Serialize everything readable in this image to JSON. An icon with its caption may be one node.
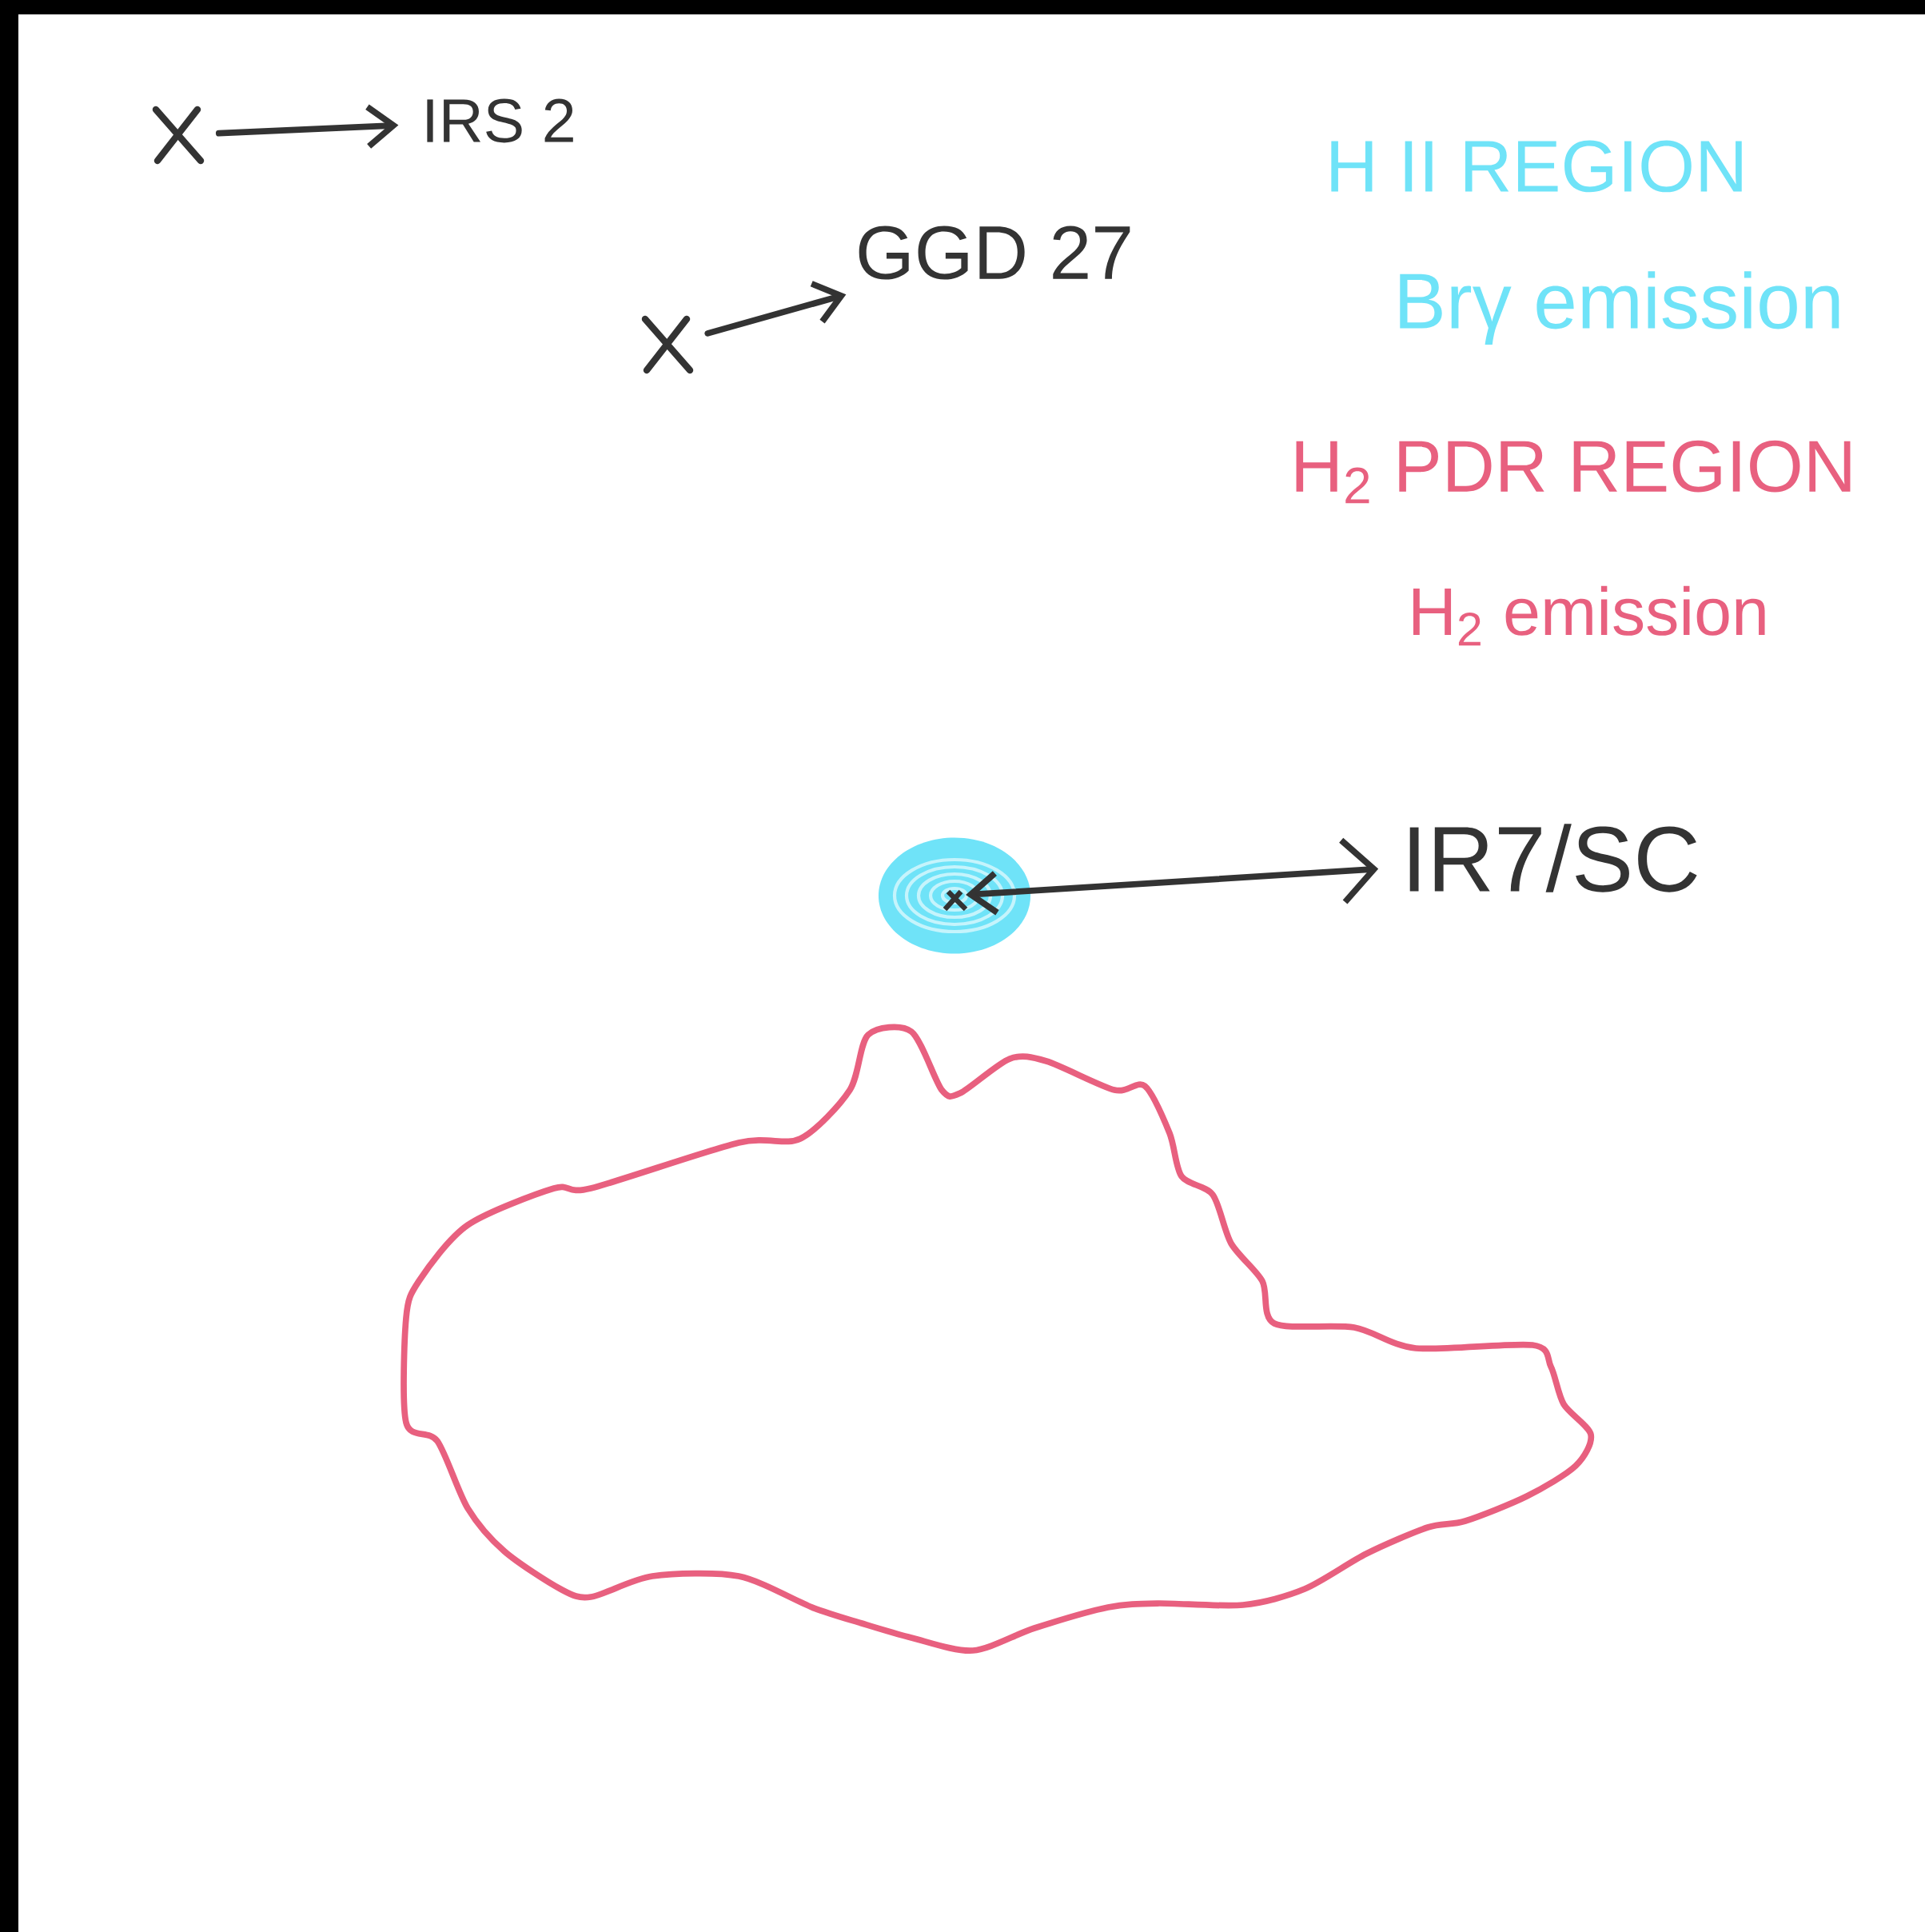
{
  "diagram": {
    "nodes": [
      {
        "text": [],
        "shape": "cross"
      },
      {
        "text": [
          "IRS 2"
        ]
      },
      {
        "text": [],
        "shape": "cross"
      },
      {
        "text": [
          "GGD 27"
        ]
      },
      {
        "text": [],
        "shape": "circle"
      },
      {
        "text": [
          "IR7/SC"
        ]
      },
      {
        "text": [],
        "shape": "cloud"
      }
    ],
    "edges": [
      {
        "from": 0,
        "to": 1,
        "arrow": "to"
      },
      {
        "from": 2,
        "to": 3,
        "arrow": "to"
      },
      {
        "from": 4,
        "to": 5,
        "arrow": "both"
      }
    ],
    "labels": [
      "H II REGION",
      "Brγ emission",
      "H$_{2}$ PDR REGION",
      "H$_{2}$ emission"
    ]
  }
}
